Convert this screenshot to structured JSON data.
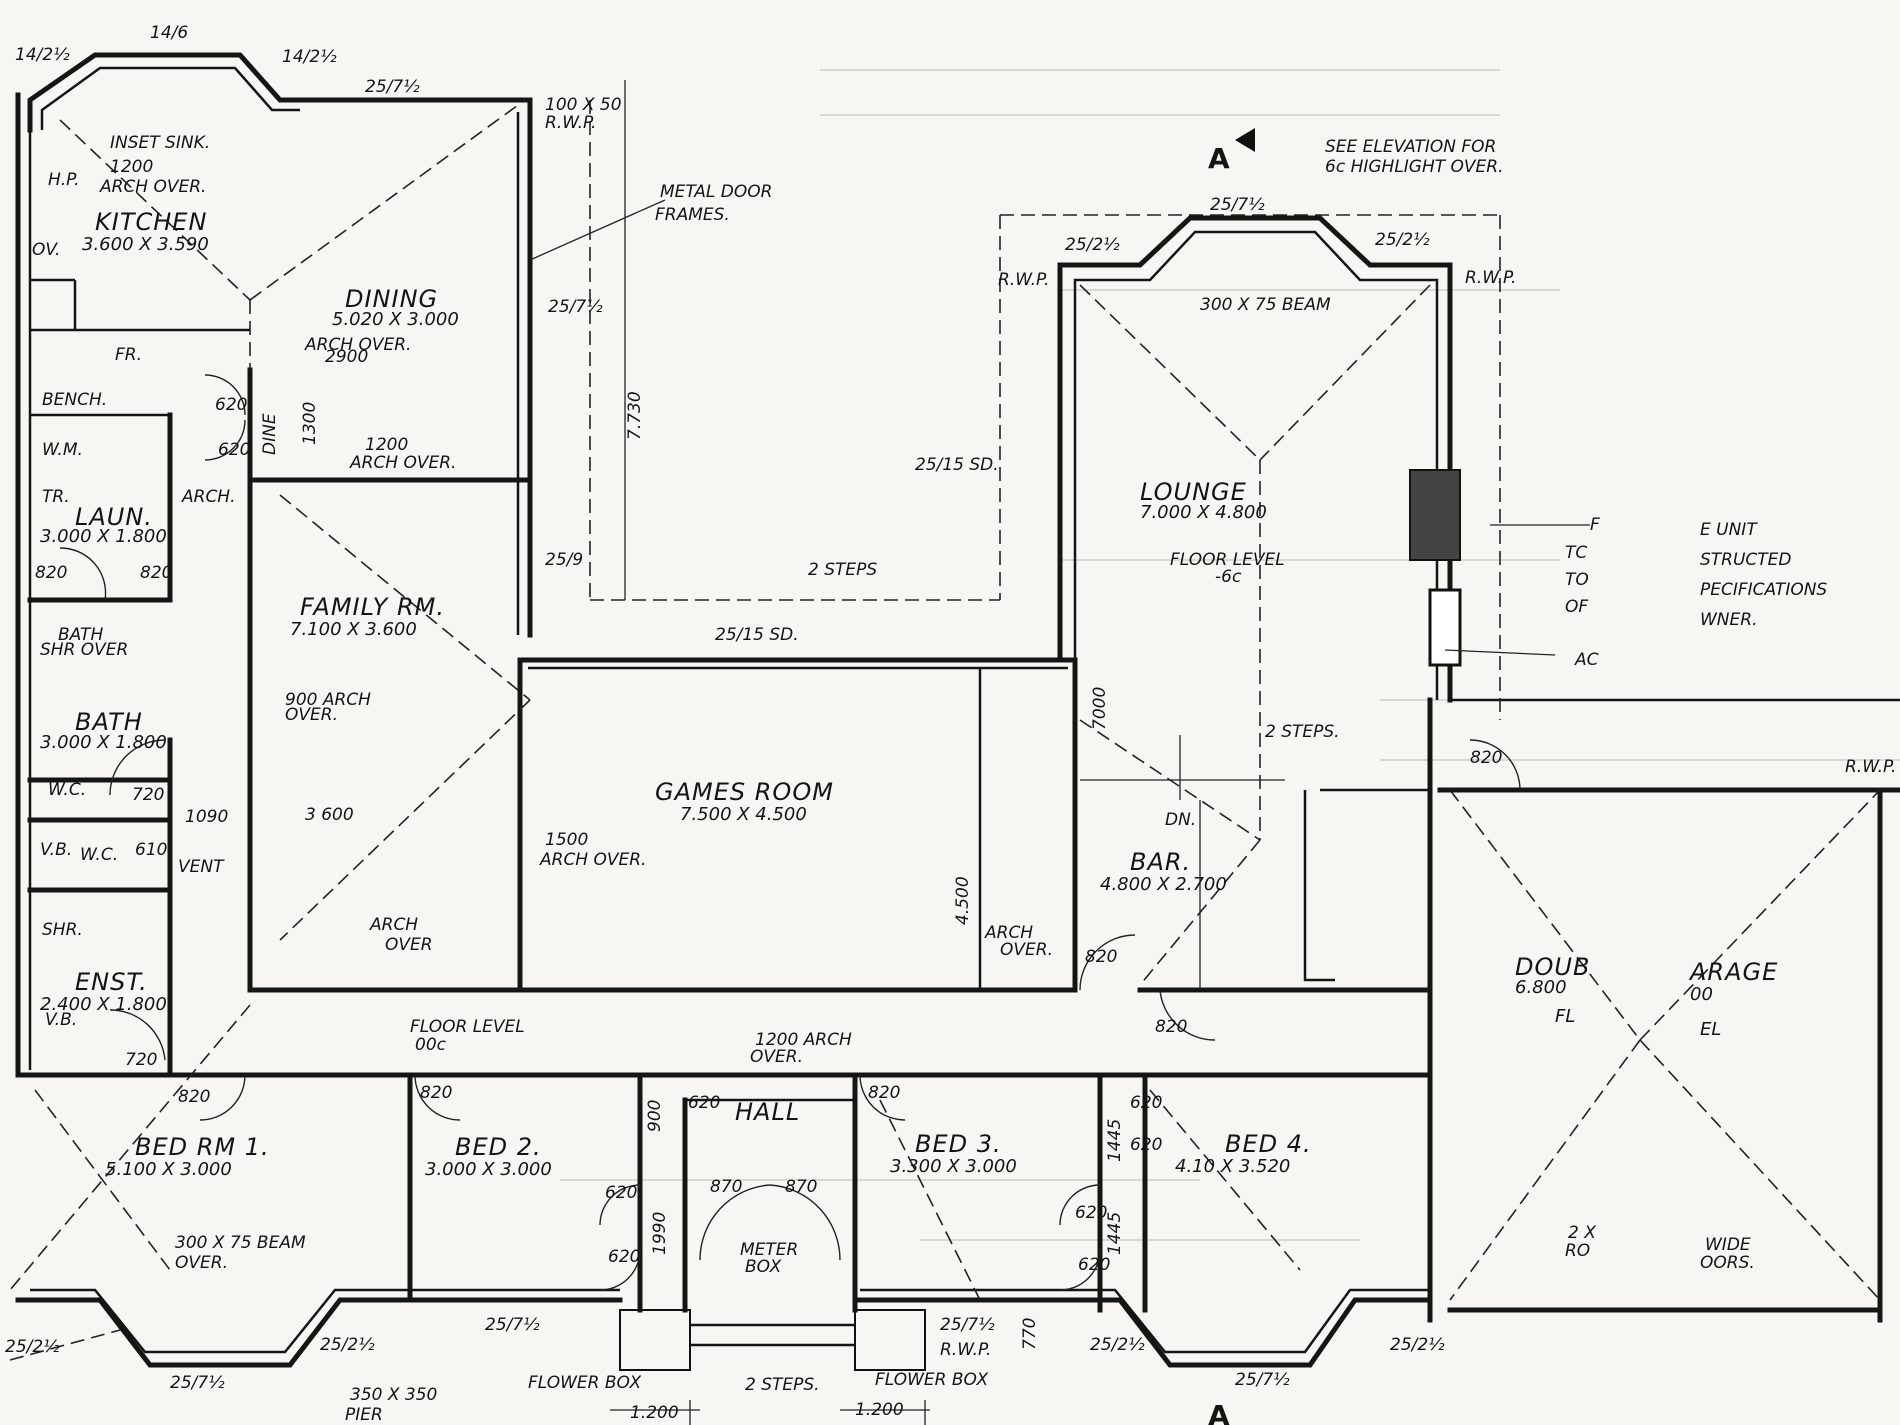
{
  "rooms": {
    "kitchen": {
      "name": "KITCHEN",
      "size": "3.600 X 3.590"
    },
    "dining": {
      "name": "DINING",
      "size": "5.020 X 3.000"
    },
    "family": {
      "name": "FAMILY RM.",
      "size": "7.100 X 3.600"
    },
    "games": {
      "name": "GAMES ROOM",
      "size": "7.500 X 4.500"
    },
    "lounge": {
      "name": "LOUNGE",
      "size": "7.000 X 4.800"
    },
    "bar": {
      "name": "BAR.",
      "size": "4.800 X 2.700"
    },
    "laundry": {
      "name": "LAUN.",
      "size": "3.000 X 1.800"
    },
    "bath": {
      "name": "BATH",
      "size": "3.000 X 1.800"
    },
    "ensuite": {
      "name": "ENST.",
      "size": "2.400 X 1.800"
    },
    "bed1": {
      "name": "BED RM 1.",
      "size": "5.100 X 3.000"
    },
    "bed2": {
      "name": "BED 2.",
      "size": "3.000 X 3.000"
    },
    "bed3": {
      "name": "BED 3.",
      "size": "3.300 X 3.000"
    },
    "bed4": {
      "name": "BED 4.",
      "size": "4.10 X 3.520"
    },
    "hall": {
      "name": "HALL"
    },
    "garage": {
      "name": "DOUB",
      "name2": "ARAGE",
      "size": "6.800",
      "size2": "00",
      "floor_a": "FL",
      "floor_b": "EL"
    }
  },
  "notes": {
    "inset_sink": "INSET SINK.",
    "arch_1200_kitchen_a": "1200",
    "arch_1200_kitchen_b": "ARCH OVER.",
    "hp": "H.P.",
    "ov": "OV.",
    "fr": "FR.",
    "bench": "BENCH.",
    "wm": "W.M.",
    "tr": "TR.",
    "arch": "ARCH.",
    "bath_shr": "BATH",
    "bath_shr2": "SHR OVER",
    "wc1": "W.C.",
    "wc2": "W.C.",
    "vb1": "V.B.",
    "vb2": "V.B.",
    "shr": "SHR.",
    "vent": "VENT",
    "rwp_100": "100 X 50",
    "rwp_label": "R.W.P.",
    "rwp_lounge_left": "R.W.P.",
    "rwp_lounge_right": "R.W.P.",
    "rwp_garage": "R.W.P.",
    "rwp_front": "R.W.P.",
    "metal_door_a": "METAL DOOR",
    "metal_door_b": "FRAMES.",
    "dining_arch_a": "ARCH OVER.",
    "dining_arch_b": "2900",
    "dinette": "DINE",
    "arch1200_a": "1200",
    "arch1200_b": "ARCH OVER.",
    "see_elev_a": "SEE ELEVATION FOR",
    "see_elev_b": "6c HIGHLIGHT OVER.",
    "beam_lounge": "300 X 75 BEAM",
    "lounge_floor_a": "FLOOR LEVEL",
    "lounge_floor_b": "-6c",
    "steps_games": "2 STEPS",
    "sd_games": "25/15 SD.",
    "sd_lounge": "25/15 SD.",
    "arch900_a": "900 ARCH",
    "arch900_b": "OVER.",
    "arch1500_a": "1500",
    "arch1500_b": "ARCH OVER.",
    "arch_over_a": "ARCH",
    "arch_over_b": "OVER",
    "floor_level_a": "FLOOR LEVEL",
    "floor_level_b": "00c",
    "arch1200_hall_a": "1200 ARCH",
    "arch1200_hall_b": "OVER.",
    "bar_arch_a": "ARCH",
    "bar_arch_b": "OVER.",
    "dn": "DN.",
    "steps_bar": "2 STEPS.",
    "beam_bed1_a": "300 X 75 BEAM",
    "beam_bed1_b": "OVER.",
    "meter_box_a": "METER",
    "meter_box_b": "BOX",
    "flower_box_left": "FLOWER BOX",
    "flower_box_right": "FLOWER BOX",
    "steps_front": "2 STEPS.",
    "pier_a": "350 X 350",
    "pier_b": "PIER",
    "garage_roll_a": "2 X",
    "garage_roll_b": "RO",
    "garage_wide_a": "WIDE",
    "garage_wide_b": "OORS.",
    "fireplace_1": "F",
    "fireplace_2": "TC",
    "fireplace_3": "TO",
    "fireplace_4": "OF",
    "fireplace_5": "AC",
    "unit_1": "E UNIT",
    "unit_2": "STRUCTED",
    "unit_3": "PECIFICATIONS",
    "unit_4": "WNER.",
    "section_a": "A"
  },
  "dimensions": {
    "d_14_6": "14/6",
    "d_14_2_left": "14/2½",
    "d_14_2_right": "14/2½",
    "d_25_7_top": "25/7½",
    "d_25_7_dining": "25/7½",
    "d_25_9": "25/9",
    "d_7730": "7.730",
    "d_620a": "620",
    "d_620b": "620",
    "d_1300": "1300",
    "d_820_laun_a": "820",
    "d_820_laun_b": "820",
    "d_720_bath": "720",
    "d_1090": "1090",
    "d_610": "610",
    "d_720_enst": "720",
    "d_3600": "3 600",
    "d_25_7_lounge": "25/7½",
    "d_25_2_lounge_l": "25/2½",
    "d_25_2_lounge_r": "25/2½",
    "d_7000": "7000",
    "d_4500": "4.500",
    "d_820_bar": "820",
    "d_820_hall": "820",
    "d_820_garage": "820",
    "d_820_bed1": "820",
    "d_820_bed2": "820",
    "d_820_bed3": "820",
    "d_900": "900",
    "d_620_hall": "620",
    "d_870a": "870",
    "d_870b": "870",
    "d_620_bed2a": "620",
    "d_620_bed2b": "620",
    "d_1990": "1990",
    "d_620_bed4a": "620",
    "d_620_bed4b": "620",
    "d_620_bed3a": "620",
    "d_620_bed3b": "620",
    "d_1445": "1445",
    "d_1445b": "1445",
    "d_25_2_fl": "25/2½",
    "d_25_7_fb": "25/7½",
    "d_25_2_fb": "25/2½",
    "d_25_7_bed2": "25/7½",
    "d_25_7_meter": "25/7½",
    "d_770": "770",
    "d_25_2_bed4l": "25/2½",
    "d_25_7_bed4": "25/7½",
    "d_25_2_bed4r": "25/2½",
    "d_1200a": "1.200",
    "d_1200b": "1.200"
  }
}
